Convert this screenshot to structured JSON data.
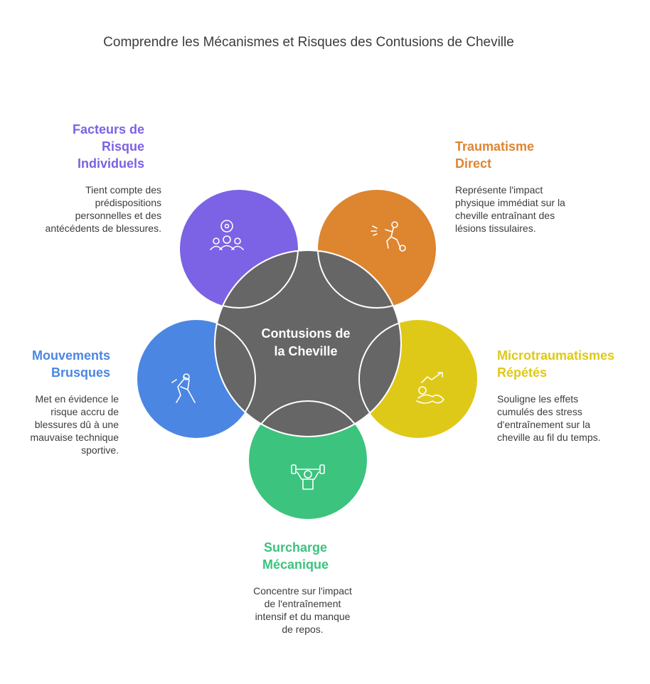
{
  "title": "Comprendre les Mécanismes et Risques des Contusions de Cheville",
  "center": {
    "line1": "Contusions de",
    "line2": "la Cheville",
    "color": "#666666"
  },
  "segments": [
    {
      "id": "facteurs",
      "line1": "Facteurs de",
      "line2": "Risque",
      "line3": "Individuels",
      "description": "Tient compte des prédispositions personnelles et des antécédents de blessures.",
      "color": "#7c62e4",
      "icon": "team-soccer-icon"
    },
    {
      "id": "traumatisme",
      "line1": "Traumatisme",
      "line2": "Direct",
      "description": "Représente l'impact physique immédiat sur la cheville entraînant des lésions tissulaires.",
      "color": "#de8530",
      "icon": "kick-impact-icon"
    },
    {
      "id": "micro",
      "line1": "Microtraumatismes",
      "line2": "Répétés",
      "description": "Souligne les effets cumulés des stress d'entraînement sur la cheville au fil du temps.",
      "color": "#dfc918",
      "icon": "repetitive-strain-icon"
    },
    {
      "id": "surcharge",
      "line1": "Surcharge",
      "line2": "Mécanique",
      "description": "Concentre sur l'impact de l'entraînement intensif et du manque de repos.",
      "color": "#3cc37e",
      "icon": "weightlifting-icon"
    },
    {
      "id": "mouvements",
      "line1": "Mouvements",
      "line2": "Brusques",
      "description": "Met en évidence le risque accru de blessures dû à une mauvaise technique sportive.",
      "color": "#4b86e3",
      "icon": "sudden-twist-icon"
    }
  ]
}
